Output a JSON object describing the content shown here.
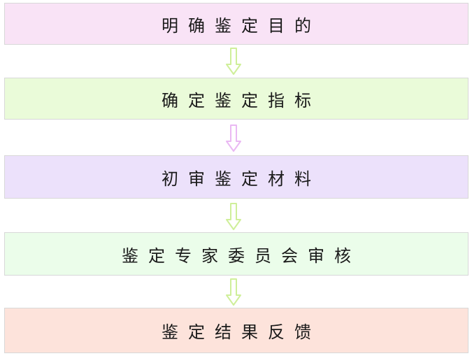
{
  "flow": {
    "steps": [
      {
        "label": "明确鉴定目的",
        "color": "#f9e3f6"
      },
      {
        "label": "确定鉴定指标",
        "color": "#eafbd9"
      },
      {
        "label": "初审鉴定材料",
        "color": "#ece1fb"
      },
      {
        "label": "鉴定专家委员会审核",
        "color": "#ebfdea"
      },
      {
        "label": "鉴定结果反馈",
        "color": "#fde3db"
      }
    ],
    "arrows": [
      {
        "color": "#cfef9a"
      },
      {
        "color": "#eab9f3"
      },
      {
        "color": "#cfef9a"
      },
      {
        "color": "#cfef9a"
      }
    ]
  }
}
